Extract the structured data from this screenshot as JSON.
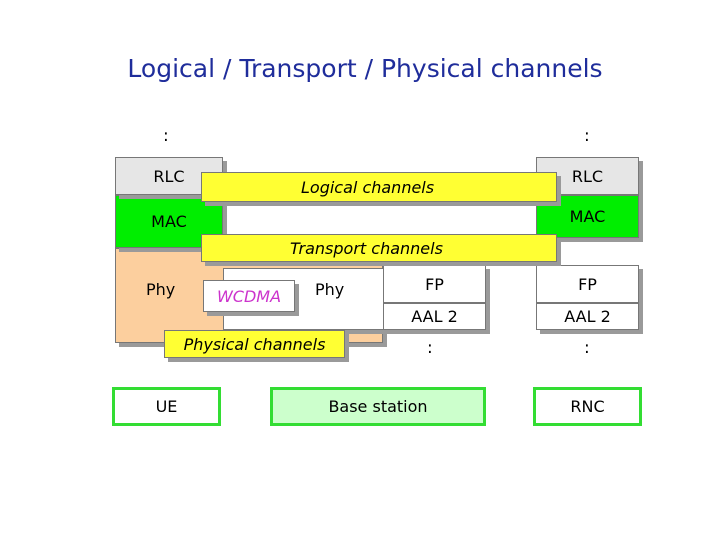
{
  "title": "Logical / Transport / Physical channels",
  "colon": ":",
  "ue_stack": {
    "rlc": "RLC",
    "mac": "MAC",
    "phy": "Phy"
  },
  "rnc_stack": {
    "rlc": "RLC",
    "mac": "MAC",
    "fp": "FP",
    "aal2": "AAL 2"
  },
  "base_station_stack": {
    "wcdma": "WCDMA",
    "phy": "Phy",
    "fp": "FP",
    "aal2": "AAL 2"
  },
  "channels": {
    "logical": "Logical channels",
    "transport": "Transport channels",
    "physical": "Physical channels"
  },
  "nodes": {
    "ue": "UE",
    "base_station": "Base station",
    "rnc": "RNC"
  },
  "colors": {
    "title": "#1f2d9b",
    "rlc": "#e6e6e6",
    "mac": "#00ee00",
    "phy": "#fccf9e",
    "channel": "#ffff33",
    "wcdma_text": "#cc33cc",
    "node_border": "#33dd33",
    "base_station_fill": "#ccffcc"
  }
}
